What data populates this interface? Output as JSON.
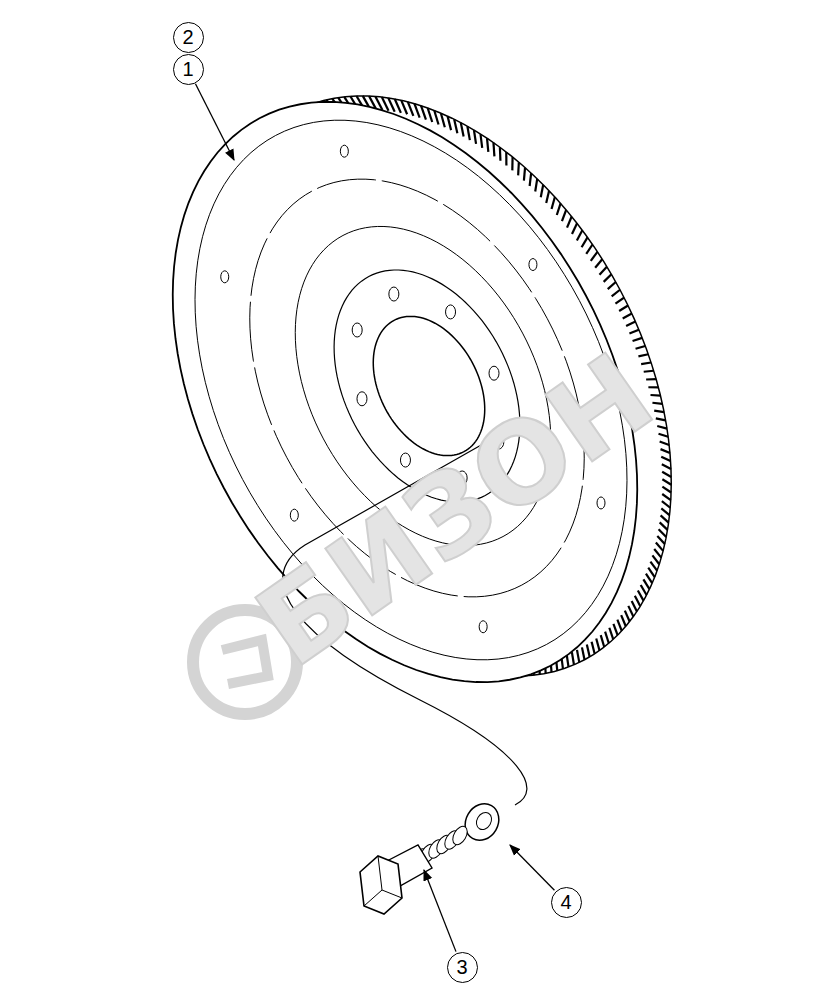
{
  "diagram": {
    "nodes": [
      {
        "text": [
          "2"
        ]
      },
      {
        "text": [
          "1"
        ]
      },
      {
        "text": [
          "4"
        ]
      },
      {
        "text": [
          "3"
        ]
      }
    ],
    "labels": [
      "БИЗОН"
    ]
  }
}
